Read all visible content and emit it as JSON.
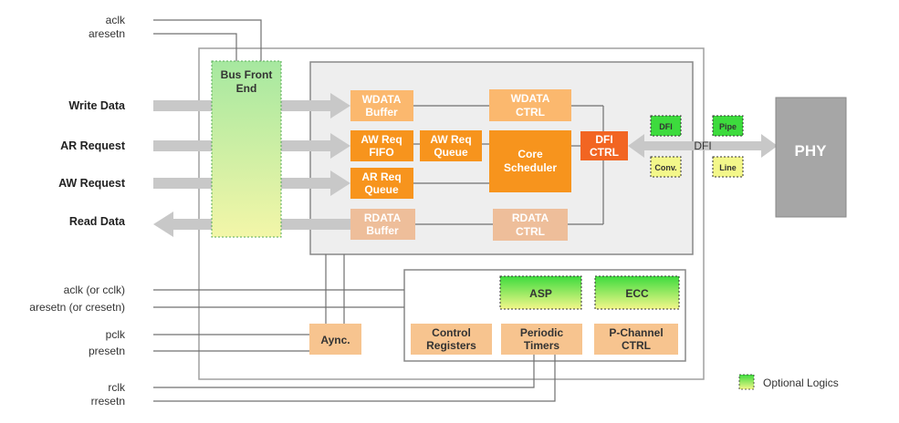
{
  "signals": {
    "aclk": "aclk",
    "aresetn": "aresetn",
    "aclk_cclk": "aclk (or cclk)",
    "aresetn_cresetn": "aresetn (or cresetn)",
    "pclk": "pclk",
    "presetn": "presetn",
    "rclk": "rclk",
    "rresetn": "rresetn"
  },
  "ports": {
    "write_data": "Write Data",
    "ar_request": "AR Request",
    "aw_request": "AW Request",
    "read_data": "Read Data"
  },
  "blocks": {
    "bus_front_end": [
      "Bus Front",
      "End"
    ],
    "wdata_buffer": [
      "WDATA",
      "Buffer"
    ],
    "aw_req_fifo": [
      "AW Req",
      "FIFO"
    ],
    "ar_req_queue": [
      "AR Req",
      "Queue"
    ],
    "rdata_buffer": [
      "RDATA",
      "Buffer"
    ],
    "aw_req_queue": [
      "AW Req",
      "Queue"
    ],
    "wdata_ctrl": [
      "WDATA",
      "CTRL"
    ],
    "core_scheduler": [
      "Core",
      "Scheduler"
    ],
    "rdata_ctrl": [
      "RDATA",
      "CTRL"
    ],
    "dfi_ctrl": [
      "DFI",
      "CTRL"
    ],
    "dfi_conv_top": "DFI",
    "dfi_conv_bottom": "Conv.",
    "pipe_line_top": "Pipe",
    "pipe_line_bottom": "Line",
    "dfi_link": "DFI",
    "phy": "PHY",
    "async": "Aync.",
    "asp": "ASP",
    "ecc": "ECC",
    "control_registers": [
      "Control",
      "Registers"
    ],
    "periodic_timers": [
      "Periodic",
      "Timers"
    ],
    "p_channel_ctrl": [
      "P-Channel",
      "CTRL"
    ]
  },
  "legend": {
    "label": "Optional Logics"
  },
  "colors": {
    "orange_dark": "#F7941D",
    "orange_red": "#F26522",
    "orange_light": "#FBB86E",
    "peach": "#F7C48F",
    "tan": "#EEBE9A",
    "green_top": "#3DDB3D",
    "yellow_bottom": "#F3F78A",
    "phy_gray": "#A6A6A6",
    "panel_gray": "#EEEEEE",
    "line_gray": "#707070",
    "arrow_gray": "#C8C8C8"
  }
}
